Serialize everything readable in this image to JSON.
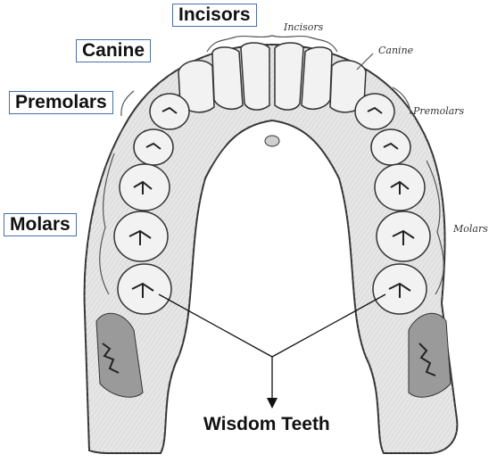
{
  "boxed_labels": {
    "incisors": "Incisors",
    "canine": "Canine",
    "premolars": "Premolars",
    "molars": "Molars"
  },
  "engraving_labels": {
    "incisors": "Incisors",
    "canine": "Canine",
    "premolars": "Premolars",
    "molars": "Molars"
  },
  "pointer_label": "Wisdom Teeth",
  "colors": {
    "box_border": "#4a6fa5",
    "bone": "#e4e4e4",
    "tooth": "#f2f2f2",
    "ink": "#222222"
  }
}
